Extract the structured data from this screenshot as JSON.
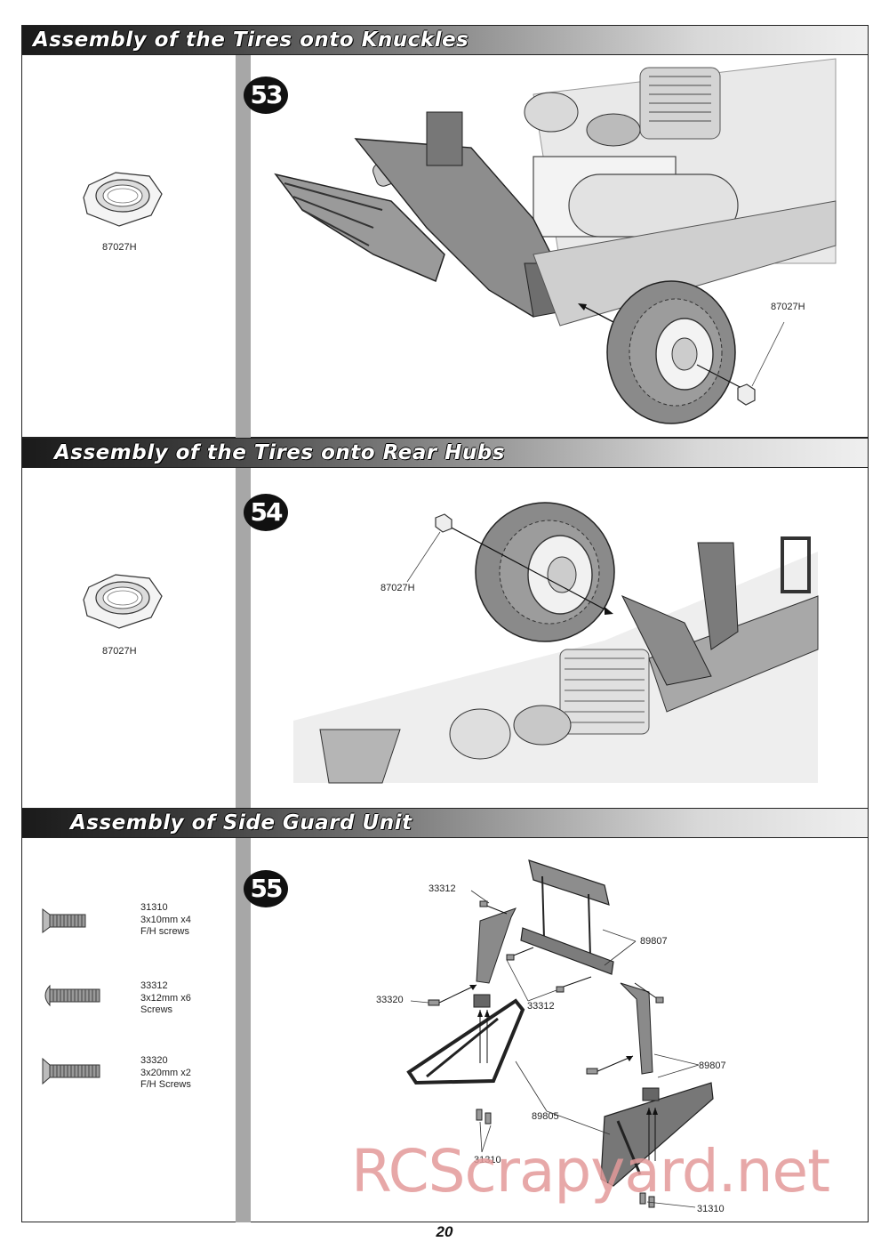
{
  "sections": [
    {
      "title": "Assembly of the Tires  onto Knuckles",
      "step": "53",
      "parts": [
        {
          "code": "87027H"
        }
      ],
      "callouts": [
        "87027H"
      ]
    },
    {
      "title": "Assembly of the Tires  onto Rear Hubs",
      "step": "54",
      "parts": [
        {
          "code": "87027H"
        }
      ],
      "callouts": [
        "87027H"
      ]
    },
    {
      "title": "Assembly of Side Guard Unit",
      "step": "55",
      "parts": [
        {
          "code": "31310",
          "size": "3x10mm x4",
          "desc": "F/H screws"
        },
        {
          "code": "33312",
          "size": "3x12mm x6",
          "desc": "Screws"
        },
        {
          "code": "33320",
          "size": "3x20mm x2",
          "desc": "F/H Screws"
        }
      ],
      "callouts": [
        "33312",
        "89807",
        "33320",
        "33312",
        "89807",
        "89805",
        "31310",
        "31310"
      ]
    }
  ],
  "page_number": "20",
  "watermark": "RCScrapyard.net"
}
